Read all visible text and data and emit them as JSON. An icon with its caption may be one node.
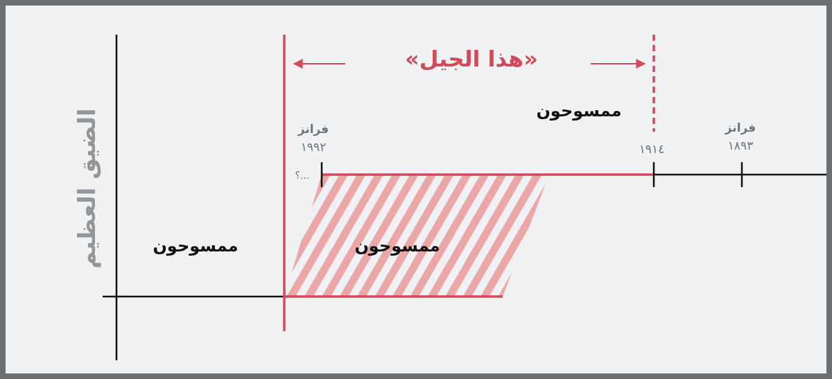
{
  "diagram": {
    "labels": [
      "«هذا الجيل»",
      "ممسوحون",
      "فرانز",
      "١٩٩٢",
      "١٩١٤",
      "فرانز",
      "١٨٩٣",
      "...؟",
      "الضيق العظيم",
      "ممسوحون",
      "ممسوحون"
    ]
  }
}
